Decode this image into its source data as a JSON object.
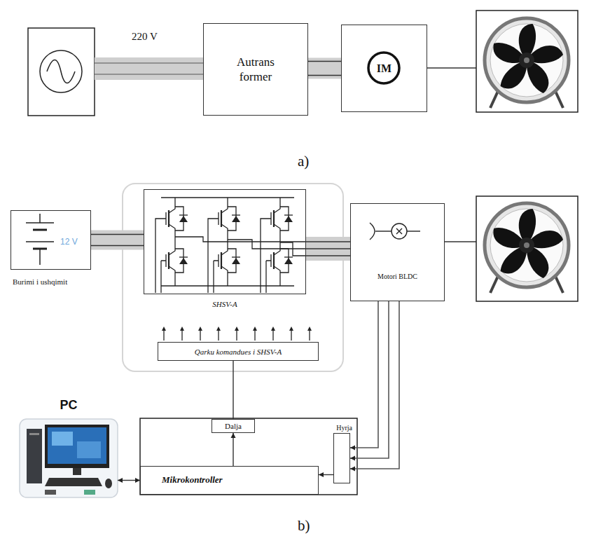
{
  "diagram": {
    "nodes": [
      {
        "text": [
          "Autrans former"
        ]
      },
      {
        "text": [
          "IM"
        ]
      },
      {
        "text": [
          "12 V",
          "Burimi i ushqimit"
        ]
      },
      {
        "text": [
          "SHSV-A"
        ]
      },
      {
        "text": [
          "Motori BLDC"
        ]
      },
      {
        "text": [
          "Qarku komandues i SHSV-A"
        ]
      },
      {
        "text": [
          "PC"
        ]
      },
      {
        "text": [
          "Dalja"
        ]
      },
      {
        "text": [
          "Hyrja"
        ]
      },
      {
        "text": [
          "Mikrokontroller"
        ]
      }
    ],
    "edges": [
      {
        "from": 0,
        "to": 1,
        "arrow": "none"
      },
      {
        "from": 2,
        "to": 3,
        "arrow": "none"
      },
      {
        "from": 3,
        "to": 4,
        "arrow": "none"
      },
      {
        "from": 4,
        "to": 8,
        "arrow": "to"
      },
      {
        "from": 8,
        "to": 9,
        "arrow": "to"
      },
      {
        "from": 9,
        "to": 7,
        "arrow": "to"
      },
      {
        "from": 7,
        "to": 5,
        "arrow": "none"
      },
      {
        "from": 6,
        "to": 9,
        "arrow": "both"
      }
    ],
    "labels": [
      "220 V",
      "a)",
      "b)"
    ]
  }
}
